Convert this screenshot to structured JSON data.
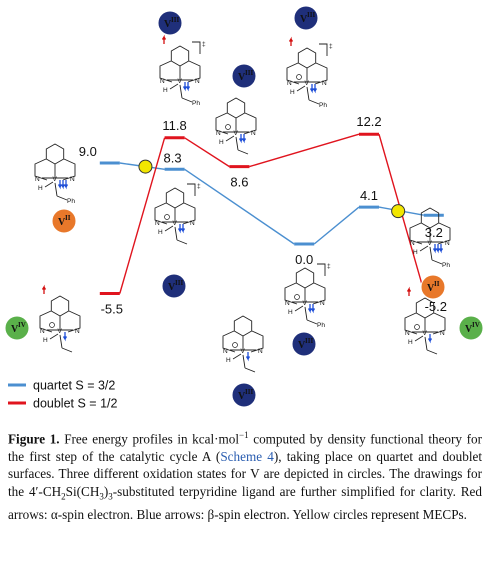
{
  "chart_data": {
    "type": "line",
    "title": "",
    "xlabel": "",
    "ylabel": "",
    "ylim": [
      -7,
      14
    ],
    "grid": false,
    "legend_placement": "bottom-left",
    "series": [
      {
        "name": "quartet S = 3/2",
        "color": "#4b8fd0",
        "points": [
          {
            "x": 1,
            "y": 9.0,
            "label": "9.0"
          },
          {
            "x": 2,
            "y": 8.3,
            "label": "8.3"
          },
          {
            "x": 4,
            "y": 0.0,
            "label": "0.0"
          },
          {
            "x": 5,
            "y": 4.1,
            "label": "4.1"
          },
          {
            "x": 6,
            "y": 3.2,
            "label": "3.2"
          }
        ]
      },
      {
        "name": "doublet S = 1/2",
        "color": "#e0141e",
        "points": [
          {
            "x": 1,
            "y": -5.5,
            "label": "-5.5"
          },
          {
            "x": 2,
            "y": 11.8,
            "label": "11.8"
          },
          {
            "x": 3,
            "y": 8.6,
            "label": "8.6"
          },
          {
            "x": 5,
            "y": 12.2,
            "label": "12.2"
          },
          {
            "x": 6,
            "y": -5.2,
            "label": "-5.2"
          }
        ]
      }
    ],
    "mecps": [
      {
        "x": 1.55,
        "y": 8.6
      },
      {
        "x": 5.45,
        "y": 3.65
      }
    ],
    "legend": [
      {
        "label": "quartet S = 3/2",
        "color": "#4b8fd0"
      },
      {
        "label": "doublet S = 1/2",
        "color": "#e0141e"
      }
    ]
  },
  "oxidation_badges": [
    {
      "roman": "V",
      "sup": "III",
      "color": "#1f2f7a",
      "text_color": "#ffffff"
    },
    {
      "roman": "V",
      "sup": "III",
      "color": "#1f2f7a",
      "text_color": "#ffffff"
    },
    {
      "roman": "V",
      "sup": "III",
      "color": "#1f2f7a",
      "text_color": "#ffffff"
    },
    {
      "roman": "V",
      "sup": "II",
      "color": "#e8782a",
      "text_color": "#ffffff"
    },
    {
      "roman": "V",
      "sup": "III",
      "color": "#1f2f7a",
      "text_color": "#ffffff"
    },
    {
      "roman": "V",
      "sup": "II",
      "color": "#e8782a",
      "text_color": "#ffffff"
    },
    {
      "roman": "V",
      "sup": "IV",
      "color": "#5ab04a",
      "text_color": "#ffffff"
    },
    {
      "roman": "V",
      "sup": "III",
      "color": "#1f2f7a",
      "text_color": "#ffffff"
    },
    {
      "roman": "V",
      "sup": "III",
      "color": "#1f2f7a",
      "text_color": "#ffffff"
    },
    {
      "roman": "V",
      "sup": "IV",
      "color": "#5ab04a",
      "text_color": "#ffffff"
    }
  ],
  "molecule_labels": {
    "ph": "Ph",
    "h": "H",
    "n": "N",
    "v": "V",
    "ts": "‡"
  },
  "caption": {
    "fig_label": "Figure 1.",
    "text_1": " Free energy profiles in kcal·mol",
    "sup_1": "−1",
    "text_2": " computed by density functional theory for the first step of the catalytic cycle A (",
    "link": "Scheme 4",
    "text_3": "), taking place on quartet and doublet surfaces. Three different oxidation states for V are depicted in circles. The drawings for the 4′-CH",
    "sub_1": "2",
    "text_4": "Si(CH",
    "sub_2": "3",
    "text_5": ")",
    "sub_3": "3",
    "text_6": "-substituted terpyridine ligand are further simplified for clarity. Red arrows: α-spin electron. Blue arrows: β-spin electron. Yellow circles represent MECPs."
  }
}
